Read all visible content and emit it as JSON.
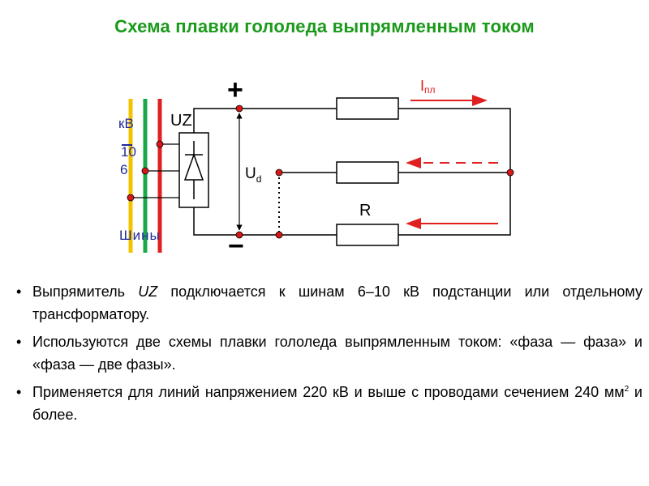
{
  "title": "Схема плавки гололеда выпрямленным током",
  "colors": {
    "title": "#1a9a1a",
    "diagram_label": "#1f2a99",
    "current_label": "#e02020",
    "arrow": "#e02020",
    "bus_yellow": "#f2c400",
    "bus_green": "#1aa84a",
    "bus_red": "#e02020",
    "node": "#d81818",
    "wire": "#000000"
  },
  "diagram": {
    "bus_label_kv": "кВ",
    "bus_label_10": "10",
    "bus_label_6": "6",
    "bus_label_shiny": "Шины",
    "rectifier_label": "UZ",
    "plus_sign": "+",
    "minus_sign": "−",
    "voltage_label": "U",
    "voltage_sub": "d",
    "current_label": "I",
    "current_sub": "пл",
    "resistor_label": "R",
    "icons": [
      "diode-icon",
      "arrow-right-icon",
      "arrow-left-dashed-icon",
      "arrow-left-icon"
    ]
  },
  "bullets": [
    {
      "pre": "Выпрямитель ",
      "italic": "UZ",
      "post": " подключается к шинам 6–10 кВ подстанции или отдельному трансформатору."
    },
    {
      "text": "Используются две схемы плавки гололеда выпрямленным током: «фаза — фаза» и «фаза — две фазы»."
    },
    {
      "pre": "Применяется для линий напряжением 220 кВ и выше с проводами сечением 240 мм",
      "sup": "2",
      "post": " и более."
    }
  ],
  "bullet_marker": "•"
}
